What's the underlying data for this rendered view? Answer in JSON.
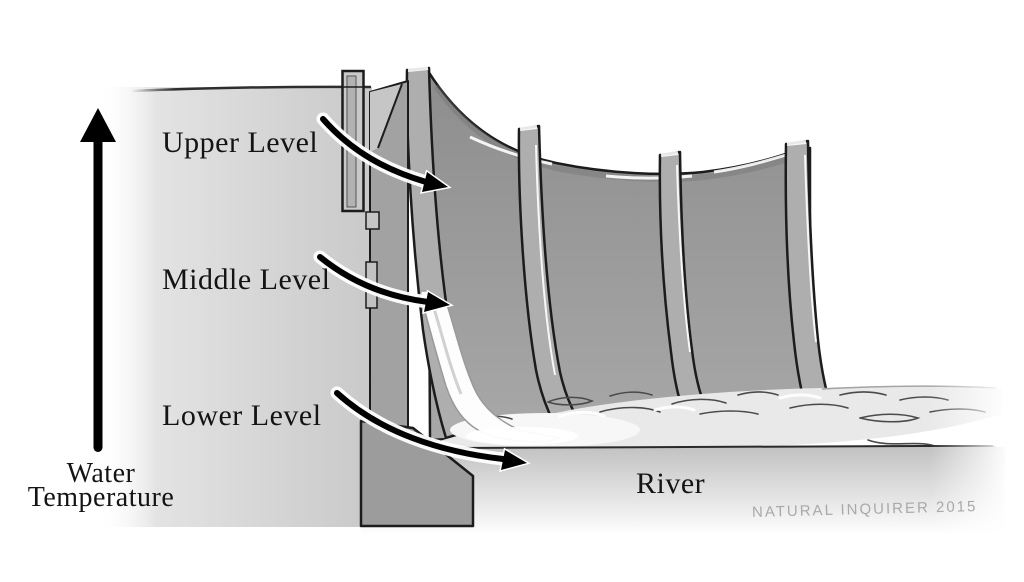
{
  "figure": {
    "type": "illustration-diagram",
    "subject": "Dam cross-section showing water withdrawal levels and downstream river",
    "signature": "NATURAL INQUIRER 2015"
  },
  "axis": {
    "label_line1": "Water",
    "label_line2": "Temperature",
    "direction": "up",
    "meaning": "warmer water toward top of reservoir"
  },
  "levels": [
    {
      "label": "Upper Level",
      "flow_arrow": "curved arrow into dam top gate"
    },
    {
      "label": "Middle Level",
      "flow_arrow": "curved arrow into middle gate, water released here"
    },
    {
      "label": "Lower Level",
      "flow_arrow": "curved arrow toward river at dam base"
    }
  ],
  "river": {
    "label": "River"
  },
  "colors": {
    "background": "#ffffff",
    "reservoir": "#d9d9d9",
    "dam_wall": "#989898",
    "pier": "#aeaeae",
    "tower": "#a2a2a2",
    "river_surface": "#e9e9e9",
    "bank": "#c6c6c6",
    "outline": "#1c1c1c",
    "arrow": "#000000",
    "waterfall": "#fdfdfd",
    "signature_text": "#a9a9a9",
    "label_text": "#141414"
  }
}
